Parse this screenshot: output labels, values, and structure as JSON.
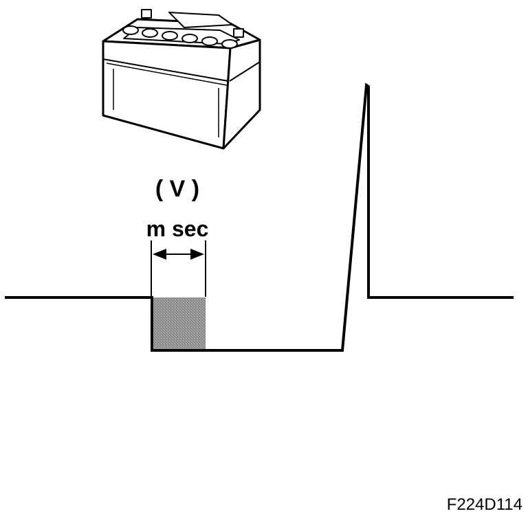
{
  "labels": {
    "voltage_unit": "( V )",
    "time_unit": "m sec",
    "figure_code": "F224D114"
  },
  "icons": {
    "battery": "car-battery-icon"
  },
  "colors": {
    "line": "#000000",
    "shaded_region": "#8a8a8a"
  }
}
